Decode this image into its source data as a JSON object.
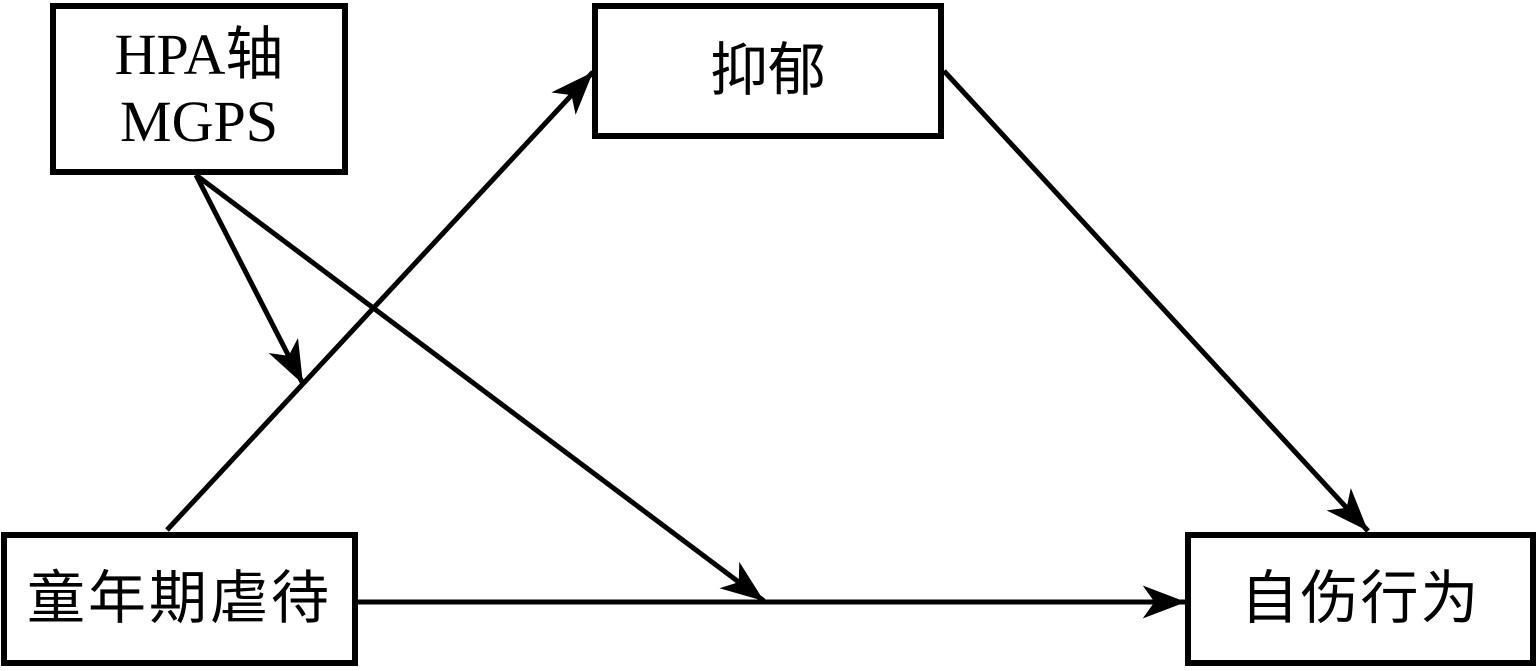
{
  "diagram": {
    "title": "moderated-mediation-path-model",
    "background_color": "#ffffff",
    "line_color": "#000000",
    "nodes": {
      "hpa": {
        "label_line1": "HPA轴",
        "label_line2": "MGPS"
      },
      "depression": {
        "label": "抑郁"
      },
      "abuse": {
        "label": "童年期虐待"
      },
      "selfharm": {
        "label": "自伤行为"
      }
    },
    "edges": [
      {
        "from": "童年期虐待",
        "to": "抑郁",
        "type": "direct"
      },
      {
        "from": "童年期虐待",
        "to": "自伤行为",
        "type": "direct"
      },
      {
        "from": "抑郁",
        "to": "自伤行为",
        "type": "direct"
      },
      {
        "from": "HPA轴MGPS",
        "to": "童年期虐待→抑郁",
        "type": "moderation"
      },
      {
        "from": "HPA轴MGPS",
        "to": "童年期虐待→自伤行为",
        "type": "moderation"
      }
    ]
  }
}
